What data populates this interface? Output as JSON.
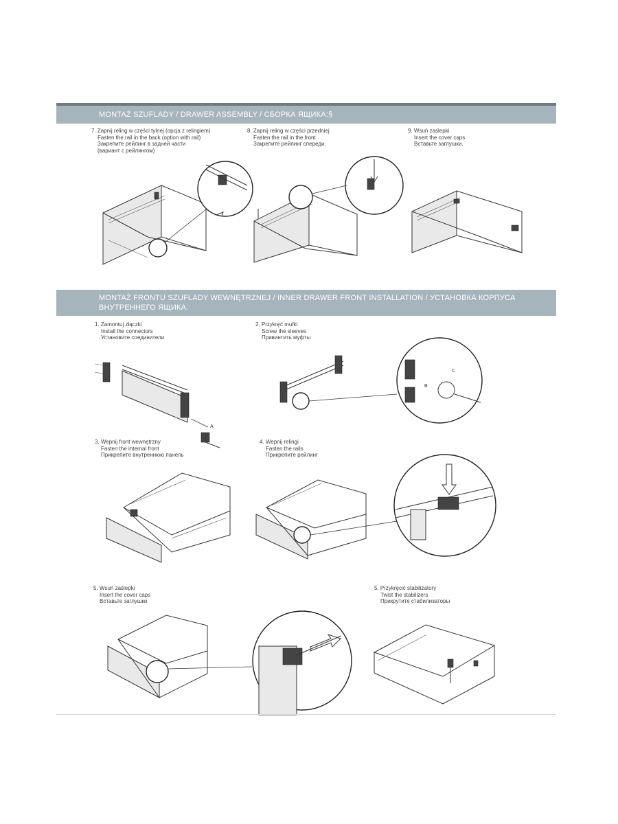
{
  "section_assembly": {
    "title": "MONTAŻ SZUFLADY / DRAWER ASSEMBLY / СБОРКА ЯЩИКА:§",
    "steps": [
      {
        "lines": [
          "7. Zapnij reling w części tylnej (opcja z relingiem)",
          "Fasten the rail in the back (option with rail)",
          "Закрепите рейлинг в задней части",
          "(вариант с рейлингом)"
        ]
      },
      {
        "lines": [
          "8. Zapnij reling w części przedniej",
          "Fasten the rail in the front",
          "Закрепите рейлинг спереди.",
          ""
        ]
      },
      {
        "lines": [
          "9. Wsuń zaślepki",
          "Insert the cover caps",
          "Вставьте заглушки.",
          ""
        ]
      }
    ]
  },
  "section_front": {
    "title": "MONTAŻ FRONTU SZUFLADY WEWNĘTRZNEJ / INNER DRAWER FRONT INSTALLATION / УСТАНОВКА КОРПУСА",
    "title_line2": "ВНУТРЕННЕГО ЯЩИКА:",
    "steps": [
      {
        "lines": [
          "1. Zamontuj złączki",
          "Install the connectors",
          "Установите соединители"
        ]
      },
      {
        "lines": [
          "2. Przykręć mufki",
          "Screw the sleeves",
          "Привинтить муфты"
        ]
      },
      {
        "lines": [
          "3. Wepnij front wewnętrzny",
          "Fasten the internal front",
          "Прикрепите внутреннюю панель"
        ]
      },
      {
        "lines": [
          "4. Wepnij relingi",
          "Fasten the rails",
          "Прикрепите рейлинг"
        ]
      },
      {
        "lines": [
          "5. Wsuń zaślepki",
          "Insert the cover caps",
          "Вставьте заглушки"
        ]
      },
      {
        "lines": [
          "5. Przykręcić stabilizatory",
          "Twist the stabilizers",
          "Прикрутите стабилизаторы"
        ]
      }
    ]
  },
  "labels": {
    "a": "A",
    "b": "B",
    "c": "C"
  }
}
